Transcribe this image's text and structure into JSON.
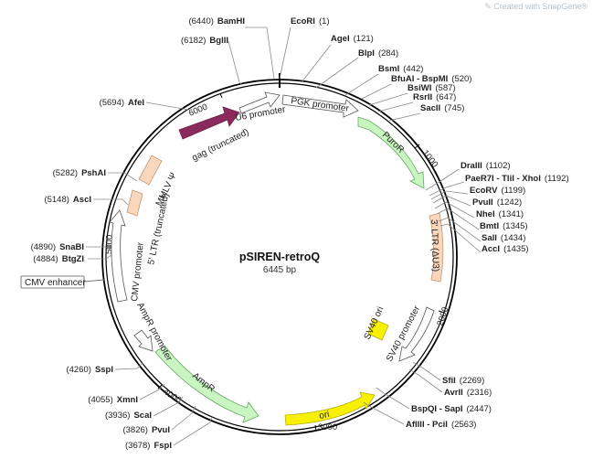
{
  "watermark": "Created with SnapGene®",
  "plasmid": {
    "name": "pSIREN-retroQ",
    "length_label": "6445 bp",
    "length": 6445
  },
  "colors": {
    "ring": "#000000",
    "gag": "#8b2a5c",
    "green": "#c8f5c0",
    "tan": "#f8d7bd",
    "yellow": "#f7f000",
    "white": "#ffffff"
  },
  "ticks": [
    {
      "bp": 1000,
      "label": "1000"
    },
    {
      "bp": 2000,
      "label": "2000"
    },
    {
      "bp": 3000,
      "label": "3000"
    },
    {
      "bp": 4000,
      "label": "4000"
    },
    {
      "bp": 5000,
      "label": "5000"
    },
    {
      "bp": 6000,
      "label": "6000"
    }
  ],
  "sites": [
    {
      "name": "BamHI",
      "pos": "(6440)",
      "side": "L"
    },
    {
      "name": "EcoRI",
      "pos": "(1)",
      "side": "R"
    },
    {
      "name": "BglII",
      "pos": "(6182)",
      "side": "L"
    },
    {
      "name": "AgeI",
      "pos": "(121)",
      "side": "R"
    },
    {
      "name": "BlpI",
      "pos": "(284)",
      "side": "R"
    },
    {
      "name": "BsmI",
      "pos": "(442)",
      "side": "R"
    },
    {
      "name": "BfuAI - BspMI",
      "pos": "(520)",
      "side": "R"
    },
    {
      "name": "BsiWI",
      "pos": "(587)",
      "side": "R"
    },
    {
      "name": "RsrII",
      "pos": "(647)",
      "side": "R"
    },
    {
      "name": "SacII",
      "pos": "(745)",
      "side": "R"
    },
    {
      "name": "AfeI",
      "pos": "(5694)",
      "side": "L"
    },
    {
      "name": "DraIII",
      "pos": "(1102)",
      "side": "R"
    },
    {
      "name": "PaeR7I - TliI - XhoI",
      "pos": "(1192)",
      "side": "R"
    },
    {
      "name": "EcoRV",
      "pos": "(1199)",
      "side": "R"
    },
    {
      "name": "PvuII",
      "pos": "(1242)",
      "side": "R"
    },
    {
      "name": "NheI",
      "pos": "(1341)",
      "side": "R"
    },
    {
      "name": "BmtI",
      "pos": "(1345)",
      "side": "R"
    },
    {
      "name": "SalI",
      "pos": "(1434)",
      "side": "R"
    },
    {
      "name": "AccI",
      "pos": "(1435)",
      "side": "R"
    },
    {
      "name": "PshAI",
      "pos": "(5282)",
      "side": "L"
    },
    {
      "name": "AscI",
      "pos": "(5148)",
      "side": "L"
    },
    {
      "name": "SnaBI",
      "pos": "(4890)",
      "side": "L"
    },
    {
      "name": "BtgZI",
      "pos": "(4884)",
      "side": "L"
    },
    {
      "name": "SspI",
      "pos": "(4260)",
      "side": "L"
    },
    {
      "name": "XmnI",
      "pos": "(4055)",
      "side": "L"
    },
    {
      "name": "ScaI",
      "pos": "(3936)",
      "side": "L"
    },
    {
      "name": "PvuI",
      "pos": "(3826)",
      "side": "L"
    },
    {
      "name": "FspI",
      "pos": "(3678)",
      "side": "L"
    },
    {
      "name": "SfiI",
      "pos": "(2269)",
      "side": "R"
    },
    {
      "name": "AvrII",
      "pos": "(2316)",
      "side": "R"
    },
    {
      "name": "BspQI - SapI",
      "pos": "(2447)",
      "side": "R"
    },
    {
      "name": "AflIII - PciI",
      "pos": "(2563)",
      "side": "R"
    }
  ],
  "features": [
    {
      "name": "PGK promoter",
      "color": "#ffffff"
    },
    {
      "name": "PuroR",
      "color": "#c8f5c0"
    },
    {
      "name": "3' LTR (ΔU3)",
      "color": "#f8d7bd"
    },
    {
      "name": "SV40 promoter",
      "color": "#ffffff"
    },
    {
      "name": "SV40 ori",
      "color": "#f7f000"
    },
    {
      "name": "ori",
      "color": "#f7f000"
    },
    {
      "name": "AmpR",
      "color": "#c8f5c0"
    },
    {
      "name": "AmpR promoter",
      "color": "#ffffff"
    },
    {
      "name": "CMV promoter",
      "color": "#ffffff"
    },
    {
      "name": "CMV enhancer",
      "color": "#ffffff"
    },
    {
      "name": "5' LTR (truncated)",
      "color": "#f8d7bd"
    },
    {
      "name": "MMLV Ψ",
      "color": "#f8d7bd"
    },
    {
      "name": "gag (truncated)",
      "color": "#8b2a5c"
    },
    {
      "name": "U6 promoter",
      "color": "#ffffff"
    }
  ]
}
